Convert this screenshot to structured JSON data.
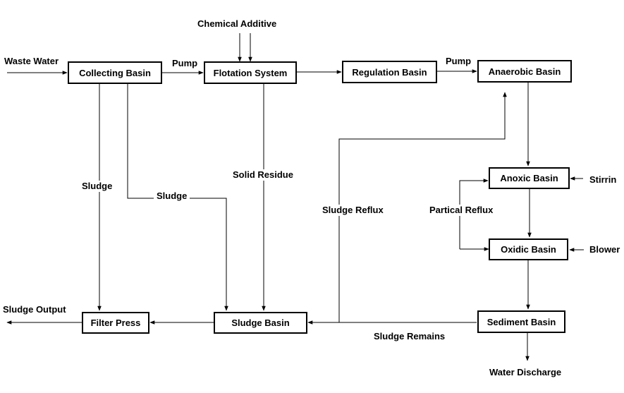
{
  "diagram": {
    "nodes": {
      "collecting_basin": "Collecting Basin",
      "flotation_system": "Flotation System",
      "regulation_basin": "Regulation Basin",
      "anaerobic_basin": "Anaerobic Basin",
      "anoxic_basin": "Anoxic Basin",
      "oxidic_basin": "Oxidic Basin",
      "sediment_basin": "Sediment Basin",
      "sludge_basin": "Sludge Basin",
      "filter_press": "Filter Press"
    },
    "labels": {
      "waste_water": "Waste Water",
      "chemical_additive": "Chemical Additive",
      "pump_1": "Pump",
      "pump_2": "Pump",
      "sludge_1": "Sludge",
      "sludge_2": "Sludge",
      "solid_residue": "Solid Residue",
      "sludge_reflux": "Sludge Reflux",
      "partial_reflux": "Partical Reflux",
      "stirrin": "Stirrin",
      "blower": "Blower",
      "sludge_output": "Sludge Output",
      "sludge_remains": "Sludge Remains",
      "water_discharge": "Water Discharge"
    }
  }
}
